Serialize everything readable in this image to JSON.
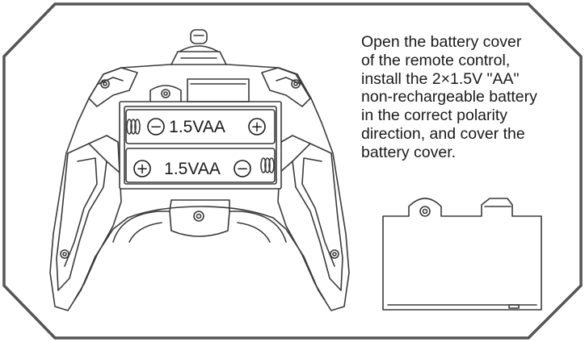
{
  "instruction": {
    "lines": [
      "Open the battery cover",
      "of the remote control,",
      "install the 2×1.5V \"AA\"",
      "non-rechargeable battery",
      "in the correct polarity",
      "direction, and cover the",
      "battery cover."
    ]
  },
  "batteries": [
    {
      "label": "1.5VAA",
      "left_terminal": "−",
      "right_terminal": "+"
    },
    {
      "label": "1.5VAA",
      "left_terminal": "+",
      "right_terminal": "−"
    }
  ],
  "colors": {
    "line": "#3a3a3a",
    "frame": "#555555",
    "text": "#1a1a1a",
    "background": "#ffffff"
  }
}
